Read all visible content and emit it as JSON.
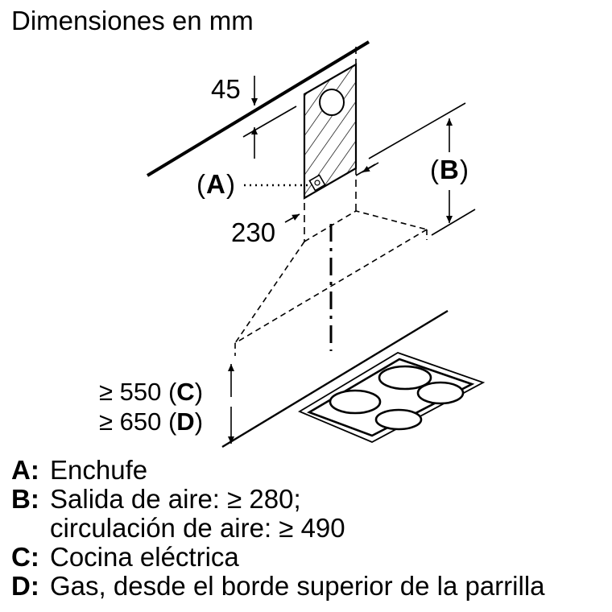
{
  "title": "Dimensiones en mm",
  "dimensions": {
    "top_gap": "45",
    "width": "230",
    "label_a": "A",
    "label_b": "B",
    "clearance_c": {
      "prefix": "≥ 550 (",
      "key": "C",
      "suffix": ")"
    },
    "clearance_d": {
      "prefix": "≥ 650 (",
      "key": "D",
      "suffix": ")"
    }
  },
  "legend": [
    {
      "key": "A:",
      "lines": [
        "Enchufe"
      ]
    },
    {
      "key": "B:",
      "lines": [
        "Salida de aire: ≥ 280;",
        "circulación de aire: ≥ 490"
      ]
    },
    {
      "key": "C:",
      "lines": [
        "Cocina eléctrica"
      ]
    },
    {
      "key": "D:",
      "lines": [
        "Gas, desde el borde superior de la parrilla"
      ]
    }
  ]
}
